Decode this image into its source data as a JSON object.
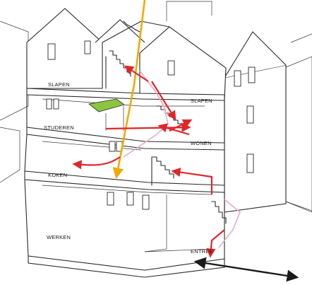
{
  "labels": {
    "slapen_left": "SLAPEN",
    "slapen_right": "SLAPEN",
    "studeren": "STUDEREN",
    "wonen": "WONEN",
    "koken": "KOKEN",
    "werken": "WERKEN",
    "entree": "ENTREE"
  },
  "colors": {
    "flow_arrow": "#e0262b",
    "sunlight_axis": "#f2a900",
    "pink_route": "#f0a8c8",
    "green_platform": "#8cc63f",
    "line": "#2a2a2a"
  }
}
